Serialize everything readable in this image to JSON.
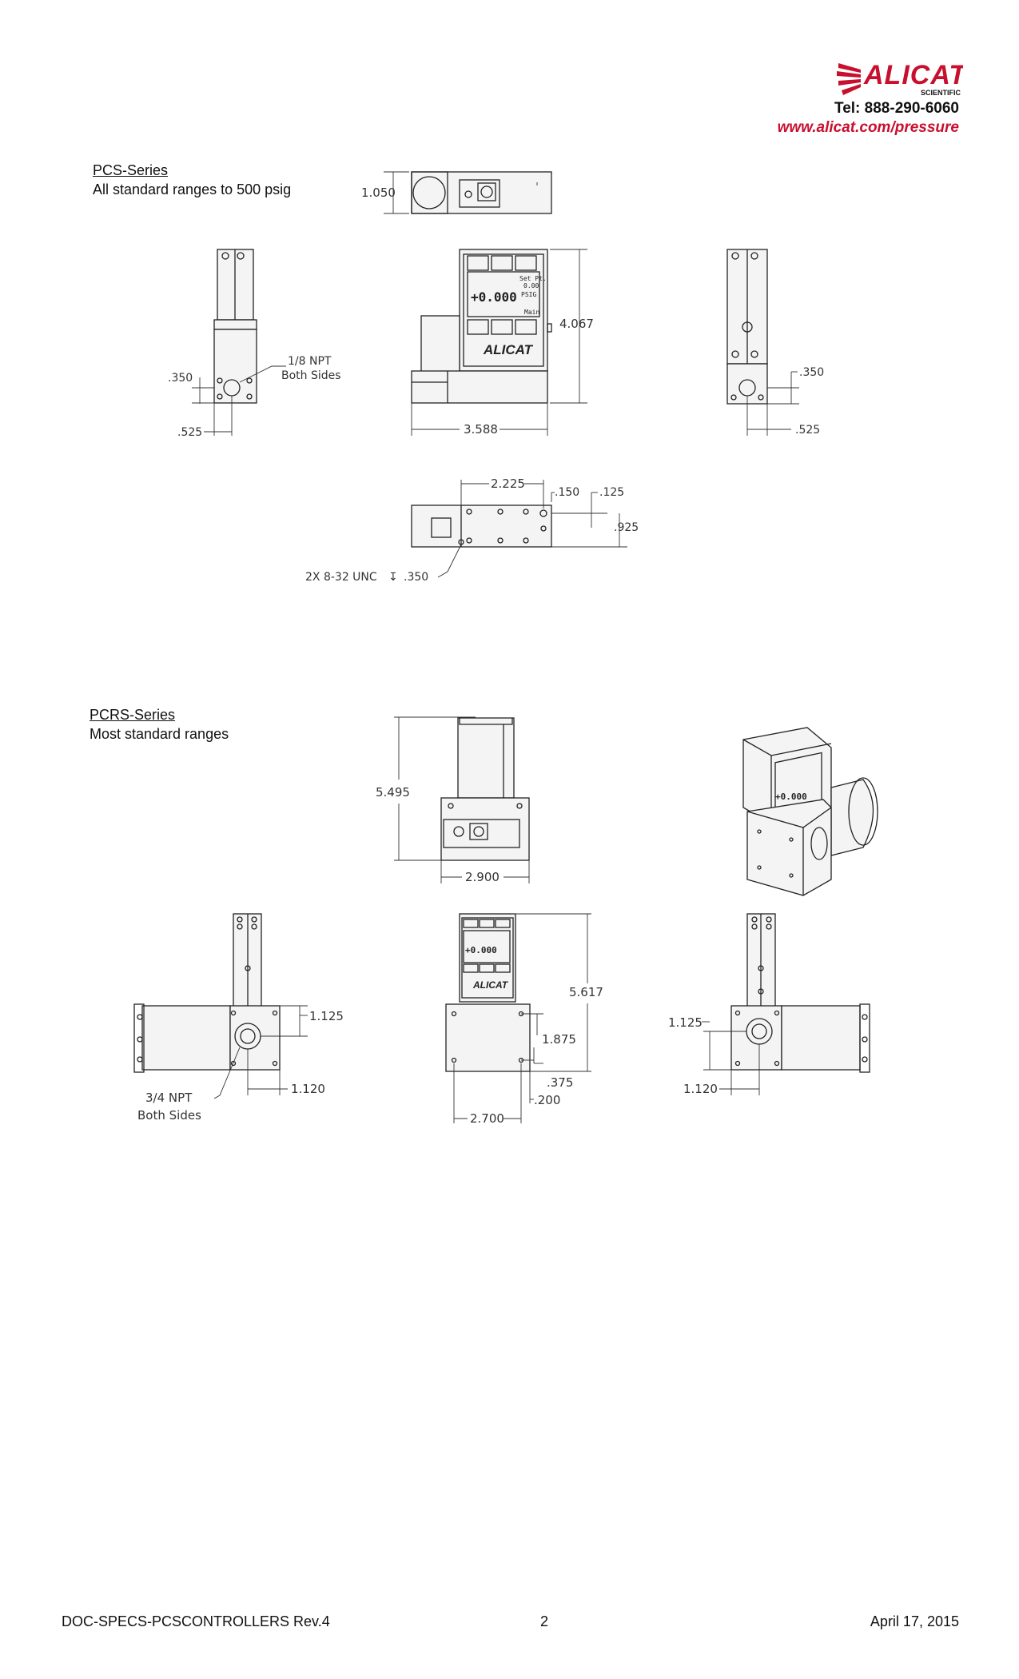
{
  "header": {
    "logo_name": "ALICAT",
    "logo_sub": "SCIENTIFIC",
    "tel": "Tel: 888-290-6060",
    "url": "www.alicat.com/pressure",
    "brand_color": "#c8102e"
  },
  "pcs": {
    "title": "PCS-Series",
    "subtitle": "All standard ranges to 500 psig",
    "dims": {
      "top_height": "1.050",
      "height": "4.067",
      "width": "3.588",
      "port_left_h": ".350",
      "port_left_w": ".525",
      "port_right_h": ".350",
      "port_right_w": ".525",
      "bottom_len": "2.225",
      "bottom_a": ".150",
      "bottom_b": ".125",
      "bottom_c": ".925",
      "thread": "2X 8-32 UNC",
      "thread_depth": ".350"
    },
    "port_note_1": "1/8 NPT",
    "port_note_2": "Both Sides",
    "display": {
      "setpt": "Set Pt.",
      "setpt_val": "0.00",
      "reading": "+0.000",
      "unit": "PSIG",
      "mode": "Main"
    }
  },
  "pcrs": {
    "title": "PCRS-Series",
    "subtitle": "Most standard ranges",
    "dims": {
      "top_height": "5.495",
      "top_width": "2.900",
      "height": "5.617",
      "left_h": "1.125",
      "left_w": "1.120",
      "mid_a": "1.875",
      "mid_b": ".375",
      "mid_c": ".200",
      "mid_width": "2.700",
      "right_h": "1.125",
      "right_w": "1.120"
    },
    "port_note_1": "3/4 NPT",
    "port_note_2": "Both Sides",
    "display": {
      "reading": "+0.000"
    }
  },
  "footer": {
    "doc": "DOC-SPECS-PCSCONTROLLERS Rev.4",
    "page": "2",
    "date": "April 17, 2015"
  }
}
